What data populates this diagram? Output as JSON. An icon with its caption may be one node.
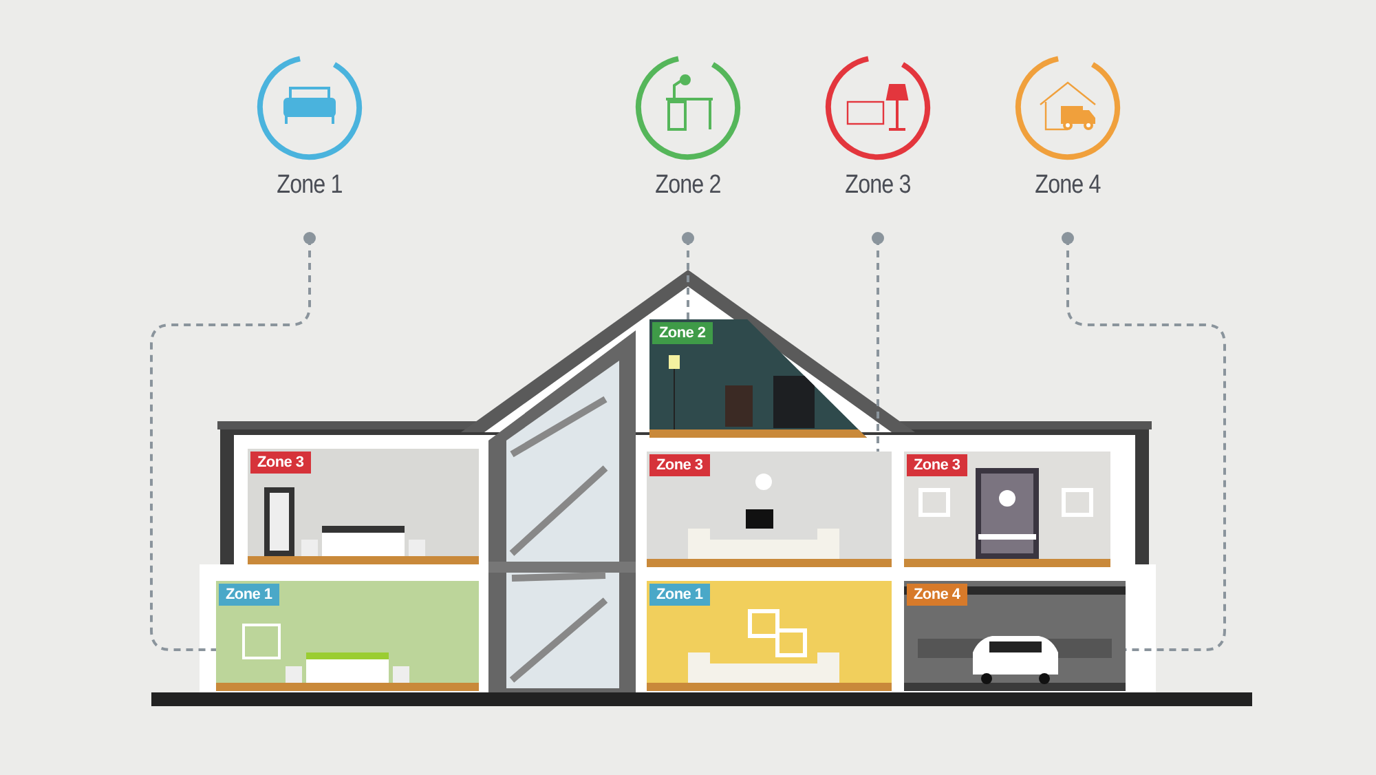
{
  "diagram": {
    "nodes": [
      {
        "text": [
          "Zone 1"
        ]
      },
      {
        "text": [
          "Zone 2"
        ]
      },
      {
        "text": [
          "Zone 3"
        ]
      },
      {
        "text": [
          "Zone 4"
        ]
      },
      {
        "text": [],
        "shape": "picture"
      },
      {
        "text": [
          "Zone 2"
        ],
        "in": 4
      },
      {
        "text": [
          "Zone 3"
        ],
        "in": 4
      },
      {
        "text": [
          "Zone 3"
        ],
        "in": 4
      },
      {
        "text": [
          "Zone 3"
        ],
        "in": 4
      },
      {
        "text": [
          "Zone 1"
        ],
        "in": 4
      },
      {
        "text": [
          "Zone 1"
        ],
        "in": 4
      },
      {
        "text": [
          "Zone 4"
        ],
        "in": 4
      }
    ],
    "edges": [
      {
        "from": 0,
        "to": 9,
        "arrow": "other",
        "style": "dashed"
      },
      {
        "from": 1,
        "to": 5,
        "arrow": "other",
        "style": "dashed"
      },
      {
        "from": 2,
        "to": 7,
        "arrow": "other",
        "style": "dashed"
      },
      {
        "from": 3,
        "to": 11,
        "arrow": "other",
        "style": "dashed"
      }
    ]
  }
}
